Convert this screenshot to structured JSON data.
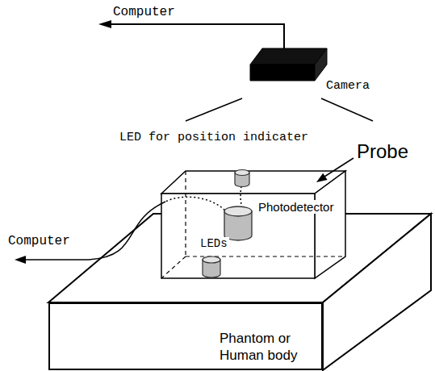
{
  "diagram": {
    "nodes": [
      {
        "text": [
          "Phantom or Human body"
        ]
      }
    ],
    "labels": [
      "Computer",
      "Camera",
      "LED for position indicater",
      "Probe",
      "Photodetector",
      "LEDs",
      "Computer"
    ]
  }
}
